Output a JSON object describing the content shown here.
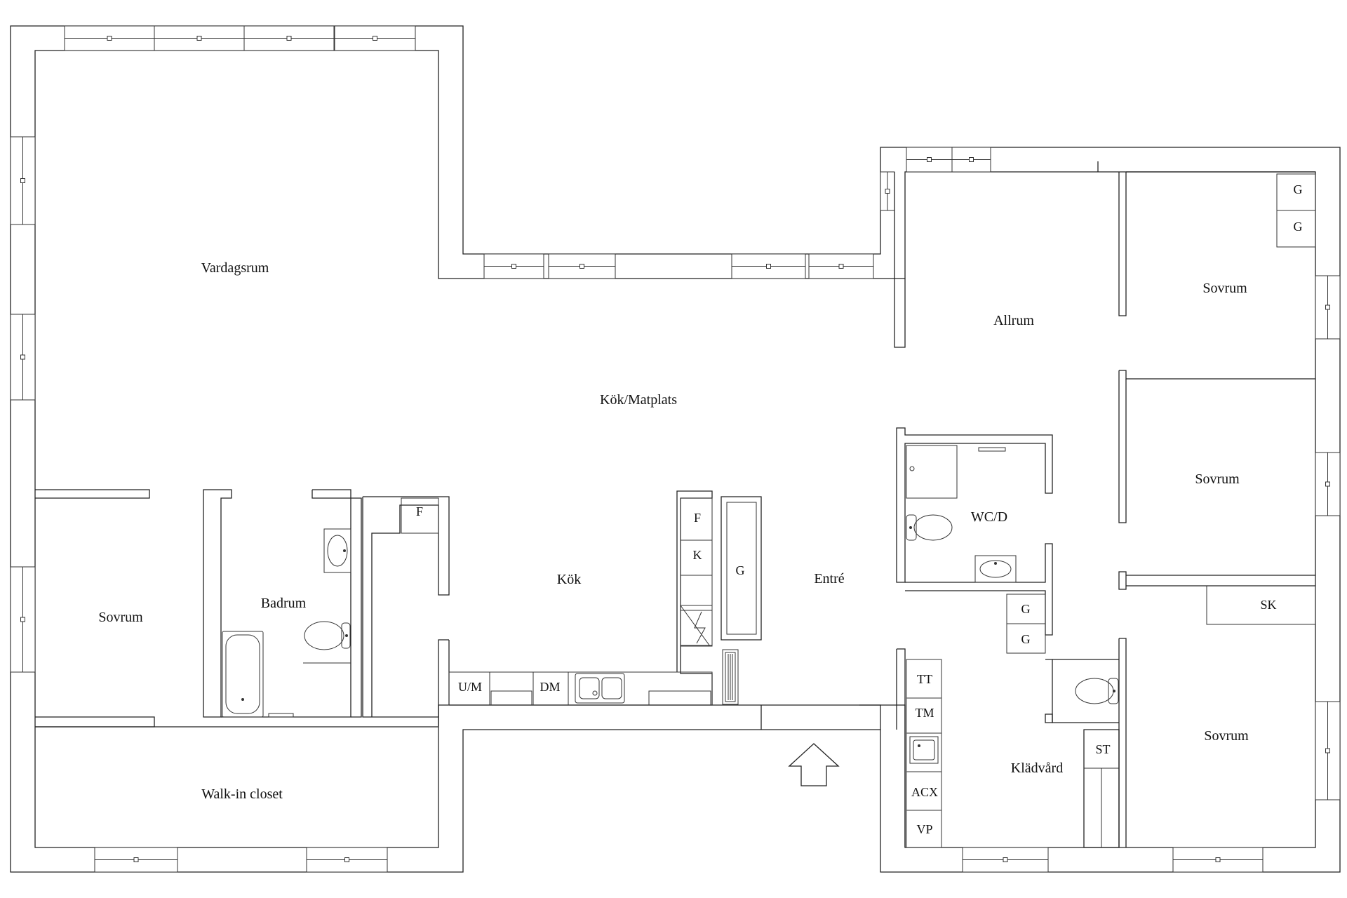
{
  "rooms": {
    "vardagsrum": "Vardagsrum",
    "kok_matplats": "Kök/Matplats",
    "allrum": "Allrum",
    "sovrum_ne": "Sovrum",
    "sovrum_e": "Sovrum",
    "sovrum_se": "Sovrum",
    "sovrum_w": "Sovrum",
    "badrum": "Badrum",
    "kok": "Kök",
    "entre": "Entré",
    "wc_d": "WC/D",
    "kladvard": "Klädvård",
    "walk_in_closet": "Walk-in closet"
  },
  "fixtures": {
    "g_ne_1": "G",
    "g_ne_2": "G",
    "sk": "SK",
    "g_hall_1": "G",
    "g_hall_2": "G",
    "st": "ST",
    "tt": "TT",
    "tm": "TM",
    "acx": "ACX",
    "vp": "VP",
    "f_kitchen": "F",
    "k_kitchen": "K",
    "g_kitchen": "G",
    "f_pantry": "F",
    "um": "U/M",
    "dm": "DM"
  },
  "icons": {
    "entrance": "entrance-arrow-icon",
    "toilet": "toilet-icon",
    "sink": "sink-icon",
    "bathtub": "bathtub-icon",
    "stove": "stove-icon",
    "radiator": "radiator-icon"
  }
}
